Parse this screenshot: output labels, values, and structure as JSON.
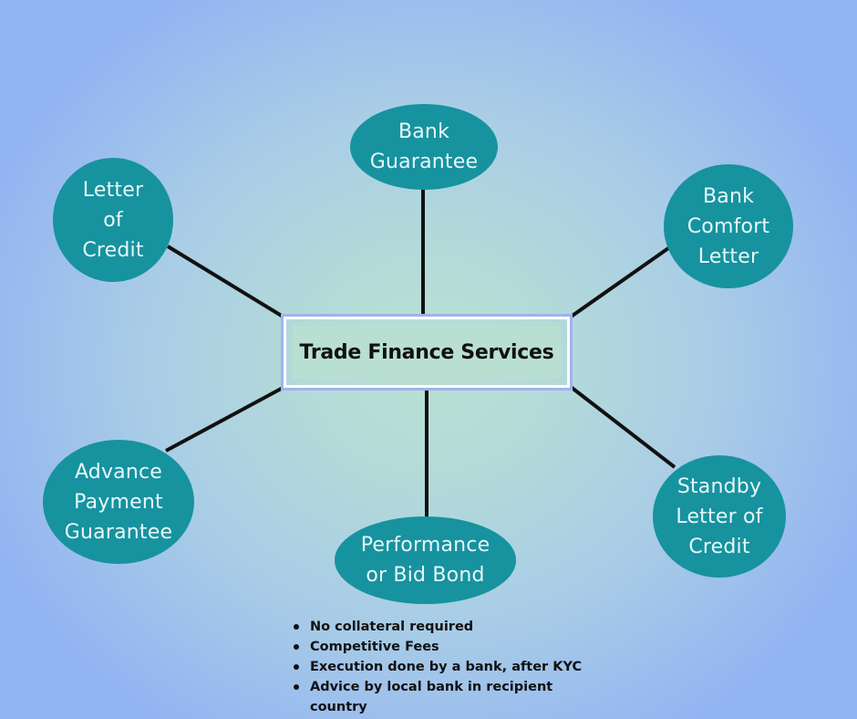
{
  "diagram": {
    "center_title": "Trade Finance Services",
    "nodes": [
      {
        "id": "bank-guarantee",
        "label": "Bank\nGuarantee"
      },
      {
        "id": "letter-of-credit",
        "label": "Letter\nof\nCredit"
      },
      {
        "id": "bank-comfort-letter",
        "label": "Bank\nComfort\nLetter"
      },
      {
        "id": "advance-payment-guarantee",
        "label": "Advance\nPayment\nGuarantee"
      },
      {
        "id": "performance-bid-bond",
        "label": "Performance\nor Bid Bond"
      },
      {
        "id": "standby-letter-of-credit",
        "label": "Standby\nLetter of\nCredit"
      }
    ],
    "features": [
      "No collateral required",
      "Competitive Fees",
      "Execution done by a bank, after KYC",
      "Advice by local bank in recipient country"
    ]
  },
  "colors": {
    "node_fill": "#16939f",
    "node_text": "#e8f7fa",
    "connector": "#111111",
    "center_fill": "#b9dfd2",
    "center_border": "#ffffff",
    "center_outline": "#9fb3ee"
  }
}
